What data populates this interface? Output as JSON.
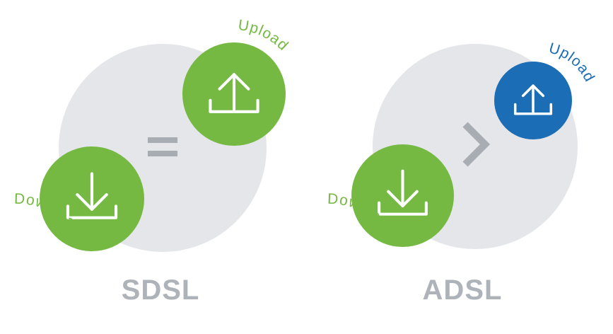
{
  "colors": {
    "background": "#ffffff",
    "backdrop_circle": "#e4e6ea",
    "download_green": "#75b943",
    "upload_green": "#75b943",
    "upload_blue": "#1b6db5",
    "operator_gray": "#a8adb4",
    "title_gray": "#aeb3ba",
    "icon_white": "#ffffff"
  },
  "icons": {
    "download": "download-arrow-tray",
    "upload": "upload-arrow-tray"
  },
  "diagrams": [
    {
      "id": "sdsl",
      "title": "SDSL",
      "operator": "=",
      "operator_meaning": "equals",
      "upload_label": "Upload",
      "download_label": "Download",
      "upload_color": "#75b943",
      "download_color": "#75b943"
    },
    {
      "id": "adsl",
      "title": "ADSL",
      "operator": ">",
      "operator_meaning": "greater-than",
      "upload_label": "Upload",
      "download_label": "Download",
      "upload_color": "#1b6db5",
      "download_color": "#75b943"
    }
  ]
}
